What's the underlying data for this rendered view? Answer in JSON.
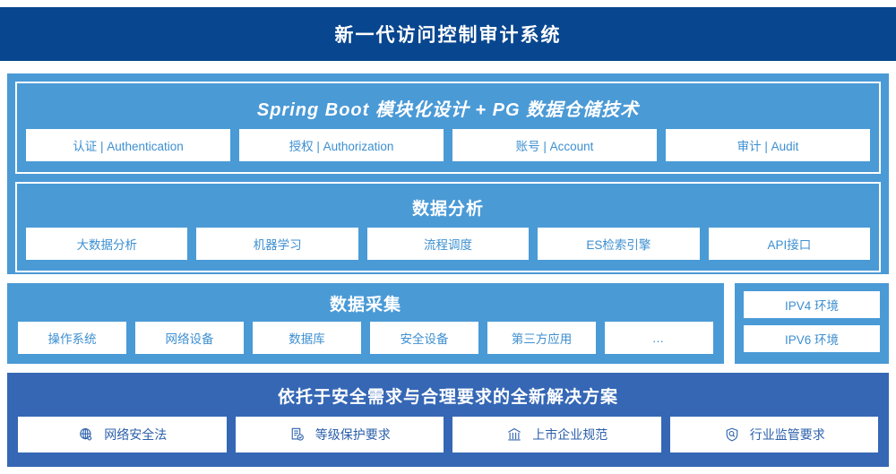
{
  "header": {
    "title": "新一代访问控制审计系统"
  },
  "colors": {
    "header_navy": "#08468f",
    "panel_light_blue": "#4a9ad6",
    "panel_mid_blue": "#3567b5",
    "chip_text_blue": "#3d8fd0",
    "solution_text_blue": "#2b5faa",
    "chip_bg": "#ffffff"
  },
  "platform": {
    "blocks": [
      {
        "title": "Spring Boot 模块化设计 + PG 数据仓储技术",
        "italic": true,
        "chips": [
          "认证 | Authentication",
          "授权 | Authorization",
          "账号 | Account",
          "审计 | Audit"
        ]
      },
      {
        "title": "数据分析",
        "italic": false,
        "chips": [
          "大数据分析",
          "机器学习",
          "流程调度",
          "ES检索引擎",
          "API接口"
        ]
      }
    ]
  },
  "collection": {
    "title": "数据采集",
    "chips": [
      "操作系统",
      "网络设备",
      "数据库",
      "安全设备",
      "第三方应用",
      "…"
    ]
  },
  "environment": {
    "chips": [
      "IPV4 环境",
      "IPV6 环境"
    ]
  },
  "solution": {
    "title": "依托于安全需求与合理要求的全新解决方案",
    "chips": [
      {
        "label": "网络安全法",
        "icon": "globe-icon"
      },
      {
        "label": "等级保护要求",
        "icon": "document-check-icon"
      },
      {
        "label": "上市企业规范",
        "icon": "bank-icon"
      },
      {
        "label": "行业监管要求",
        "icon": "shield-search-icon"
      }
    ]
  }
}
